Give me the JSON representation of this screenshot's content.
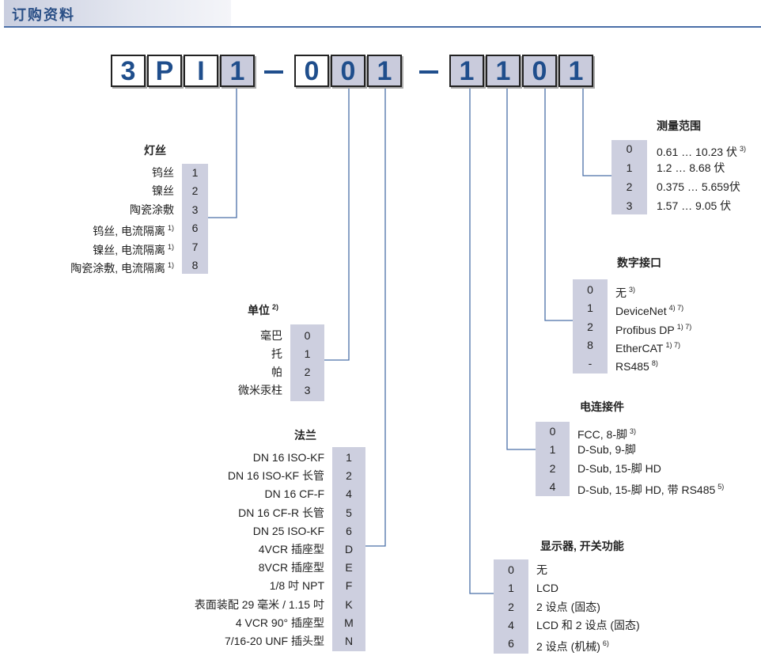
{
  "header": {
    "title": "订购资料"
  },
  "code": {
    "segments": [
      [
        "3",
        "P",
        "I",
        "1"
      ],
      [
        "0",
        "0",
        "1"
      ],
      [
        "1",
        "1",
        "0",
        "1"
      ]
    ],
    "separator": "–"
  },
  "colors": {
    "accent": "#1f4e8c",
    "code_fill": "#cdcfdf",
    "line": "#4a6fa8"
  },
  "groups": {
    "filament": {
      "title": "灯丝",
      "note": "",
      "rows": [
        {
          "label": "钨丝",
          "note": "",
          "code": "1"
        },
        {
          "label": "镍丝",
          "note": "",
          "code": "2"
        },
        {
          "label": "陶瓷涂敷",
          "note": "",
          "code": "3"
        },
        {
          "label": "钨丝, 电流隔离",
          "note": "1)",
          "code": "6"
        },
        {
          "label": "镍丝, 电流隔离",
          "note": "1)",
          "code": "7"
        },
        {
          "label": "陶瓷涂敷, 电流隔离",
          "note": "1)",
          "code": "8"
        }
      ]
    },
    "units": {
      "title": "单位",
      "note": "2)",
      "rows": [
        {
          "label": "毫巴",
          "note": "",
          "code": "0"
        },
        {
          "label": "托",
          "note": "",
          "code": "1"
        },
        {
          "label": "帕",
          "note": "",
          "code": "2"
        },
        {
          "label": "微米汞柱",
          "note": "",
          "code": "3"
        }
      ]
    },
    "flange": {
      "title": "法兰",
      "note": "",
      "rows": [
        {
          "label": "DN 16 ISO-KF",
          "note": "",
          "code": "1"
        },
        {
          "label": "DN 16 ISO-KF 长管",
          "note": "",
          "code": "2"
        },
        {
          "label": "DN 16 CF-F",
          "note": "",
          "code": "4"
        },
        {
          "label": "DN 16 CF-R 长管",
          "note": "",
          "code": "5"
        },
        {
          "label": "DN 25 ISO-KF",
          "note": "",
          "code": "6"
        },
        {
          "label": "4VCR 插座型",
          "note": "",
          "code": "D"
        },
        {
          "label": "8VCR 插座型",
          "note": "",
          "code": "E"
        },
        {
          "label": "1/8 吋 NPT",
          "note": "",
          "code": "F"
        },
        {
          "label": "表面装配 29 毫米 / 1.15 吋",
          "note": "",
          "code": "K"
        },
        {
          "label": "4 VCR 90° 插座型",
          "note": "",
          "code": "M"
        },
        {
          "label": "7/16-20 UNF 插头型",
          "note": "",
          "code": "N"
        }
      ]
    },
    "range": {
      "title": "测量范围",
      "note": "",
      "rows": [
        {
          "label": "0.61 … 10.23 伏",
          "note": "3)",
          "code": "0"
        },
        {
          "label": "1.2 … 8.68 伏",
          "note": "",
          "code": "1"
        },
        {
          "label": "0.375 … 5.659伏",
          "note": "",
          "code": "2"
        },
        {
          "label": "1.57 … 9.05 伏",
          "note": "",
          "code": "3"
        }
      ]
    },
    "digital": {
      "title": "数字接口",
      "note": "",
      "rows": [
        {
          "label": "无",
          "note": "3)",
          "code": "0"
        },
        {
          "label": "DeviceNet",
          "note": "4) 7)",
          "code": "1"
        },
        {
          "label": "Profibus DP",
          "note": "1) 7)",
          "code": "2"
        },
        {
          "label": "EtherCAT",
          "note": "1) 7)",
          "code": "8"
        },
        {
          "label": "RS485",
          "note": "8)",
          "code": "-"
        }
      ]
    },
    "connector": {
      "title": "电连接件",
      "note": "",
      "rows": [
        {
          "label": "FCC, 8-脚",
          "note": "3)",
          "code": "0"
        },
        {
          "label": "D-Sub, 9-脚",
          "note": "",
          "code": "1"
        },
        {
          "label": "D-Sub, 15-脚 HD",
          "note": "",
          "code": "2"
        },
        {
          "label": "D-Sub, 15-脚 HD, 带 RS485",
          "note": "5)",
          "code": "4"
        }
      ]
    },
    "display": {
      "title": "显示器, 开关功能",
      "note": "",
      "rows": [
        {
          "label": "无",
          "note": "",
          "code": "0"
        },
        {
          "label": "LCD",
          "note": "",
          "code": "1"
        },
        {
          "label": "2 设点 (固态)",
          "note": "",
          "code": "2"
        },
        {
          "label": "LCD 和 2 设点 (固态)",
          "note": "",
          "code": "4"
        },
        {
          "label": "2 设点 (机械)",
          "note": "6)",
          "code": "6"
        }
      ]
    }
  }
}
